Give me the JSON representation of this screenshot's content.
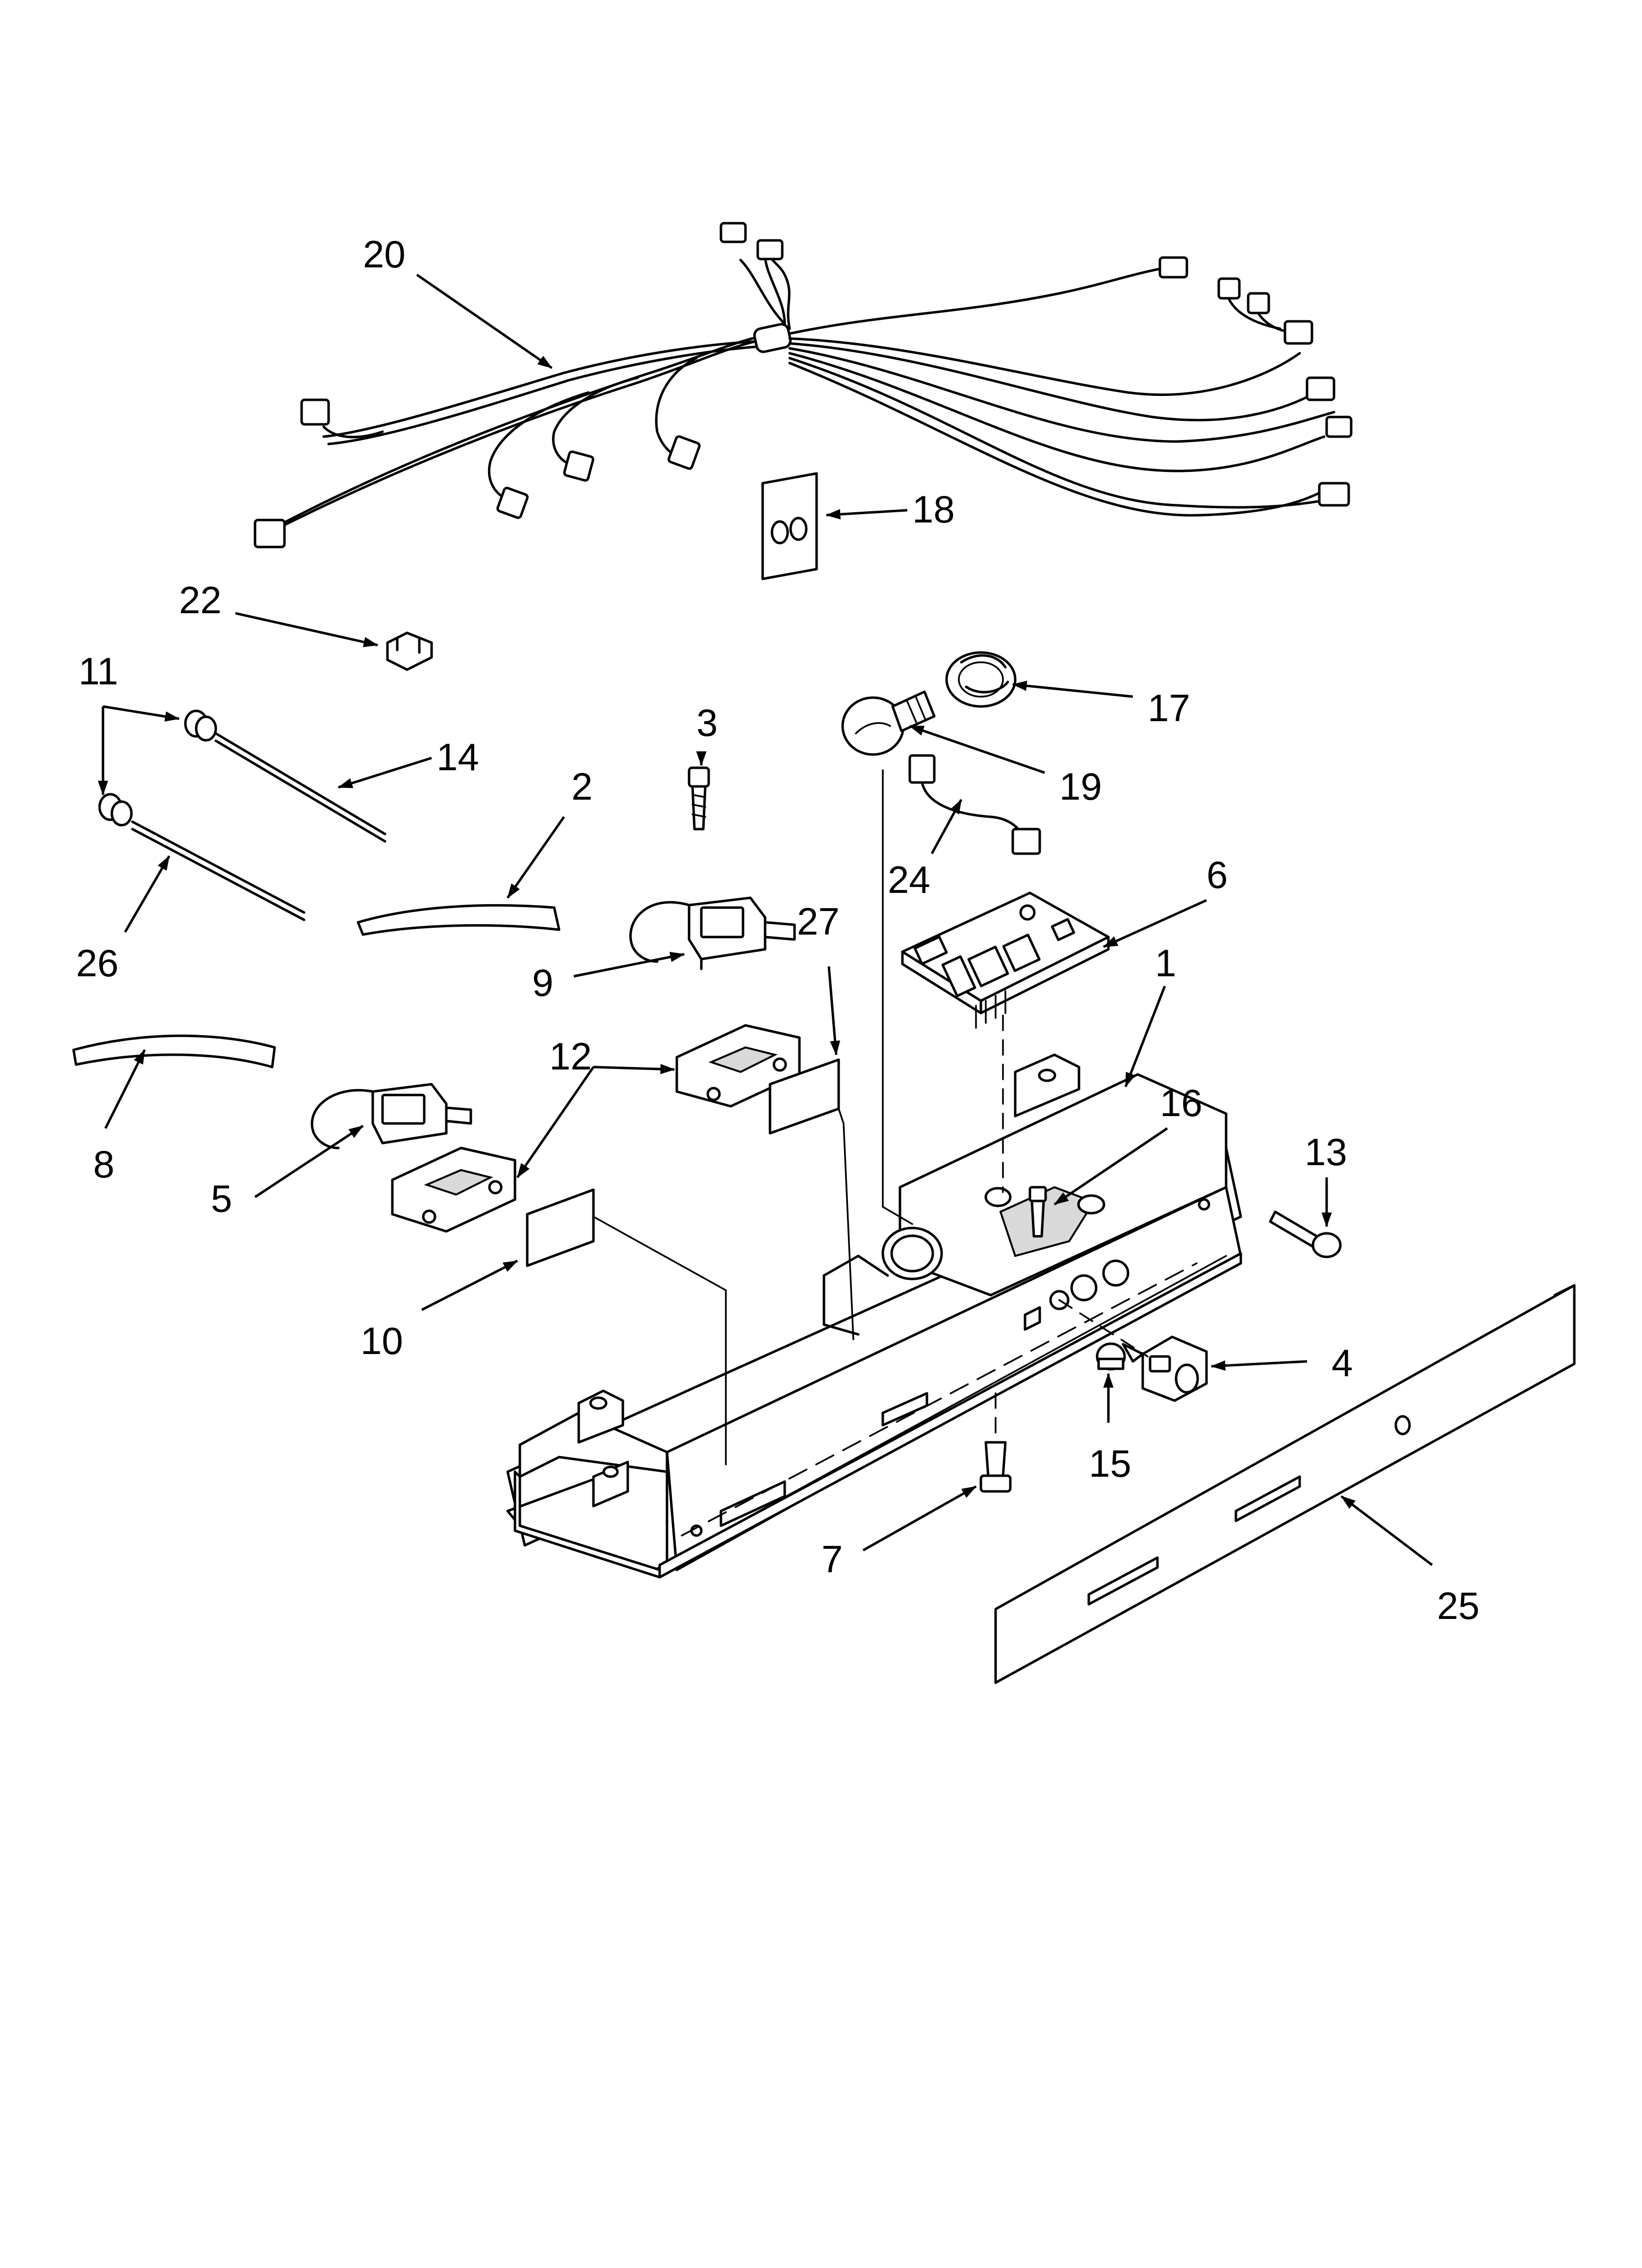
{
  "diagram": {
    "callouts": [
      {
        "id": "c20",
        "text": "20"
      },
      {
        "id": "c18",
        "text": "18"
      },
      {
        "id": "c22",
        "text": "22"
      },
      {
        "id": "c11",
        "text": "11"
      },
      {
        "id": "c14",
        "text": "14"
      },
      {
        "id": "c26",
        "text": "26"
      },
      {
        "id": "c2",
        "text": "2"
      },
      {
        "id": "c3",
        "text": "3"
      },
      {
        "id": "c9",
        "text": "9"
      },
      {
        "id": "c17",
        "text": "17"
      },
      {
        "id": "c19",
        "text": "19"
      },
      {
        "id": "c24",
        "text": "24"
      },
      {
        "id": "c6",
        "text": "6"
      },
      {
        "id": "c27",
        "text": "27"
      },
      {
        "id": "c1",
        "text": "1"
      },
      {
        "id": "c12",
        "text": "12"
      },
      {
        "id": "c8",
        "text": "8"
      },
      {
        "id": "c5",
        "text": "5"
      },
      {
        "id": "c16",
        "text": "16"
      },
      {
        "id": "c13",
        "text": "13"
      },
      {
        "id": "c10",
        "text": "10"
      },
      {
        "id": "c4",
        "text": "4"
      },
      {
        "id": "c15",
        "text": "15"
      },
      {
        "id": "c7",
        "text": "7"
      },
      {
        "id": "c25",
        "text": "25"
      }
    ]
  }
}
